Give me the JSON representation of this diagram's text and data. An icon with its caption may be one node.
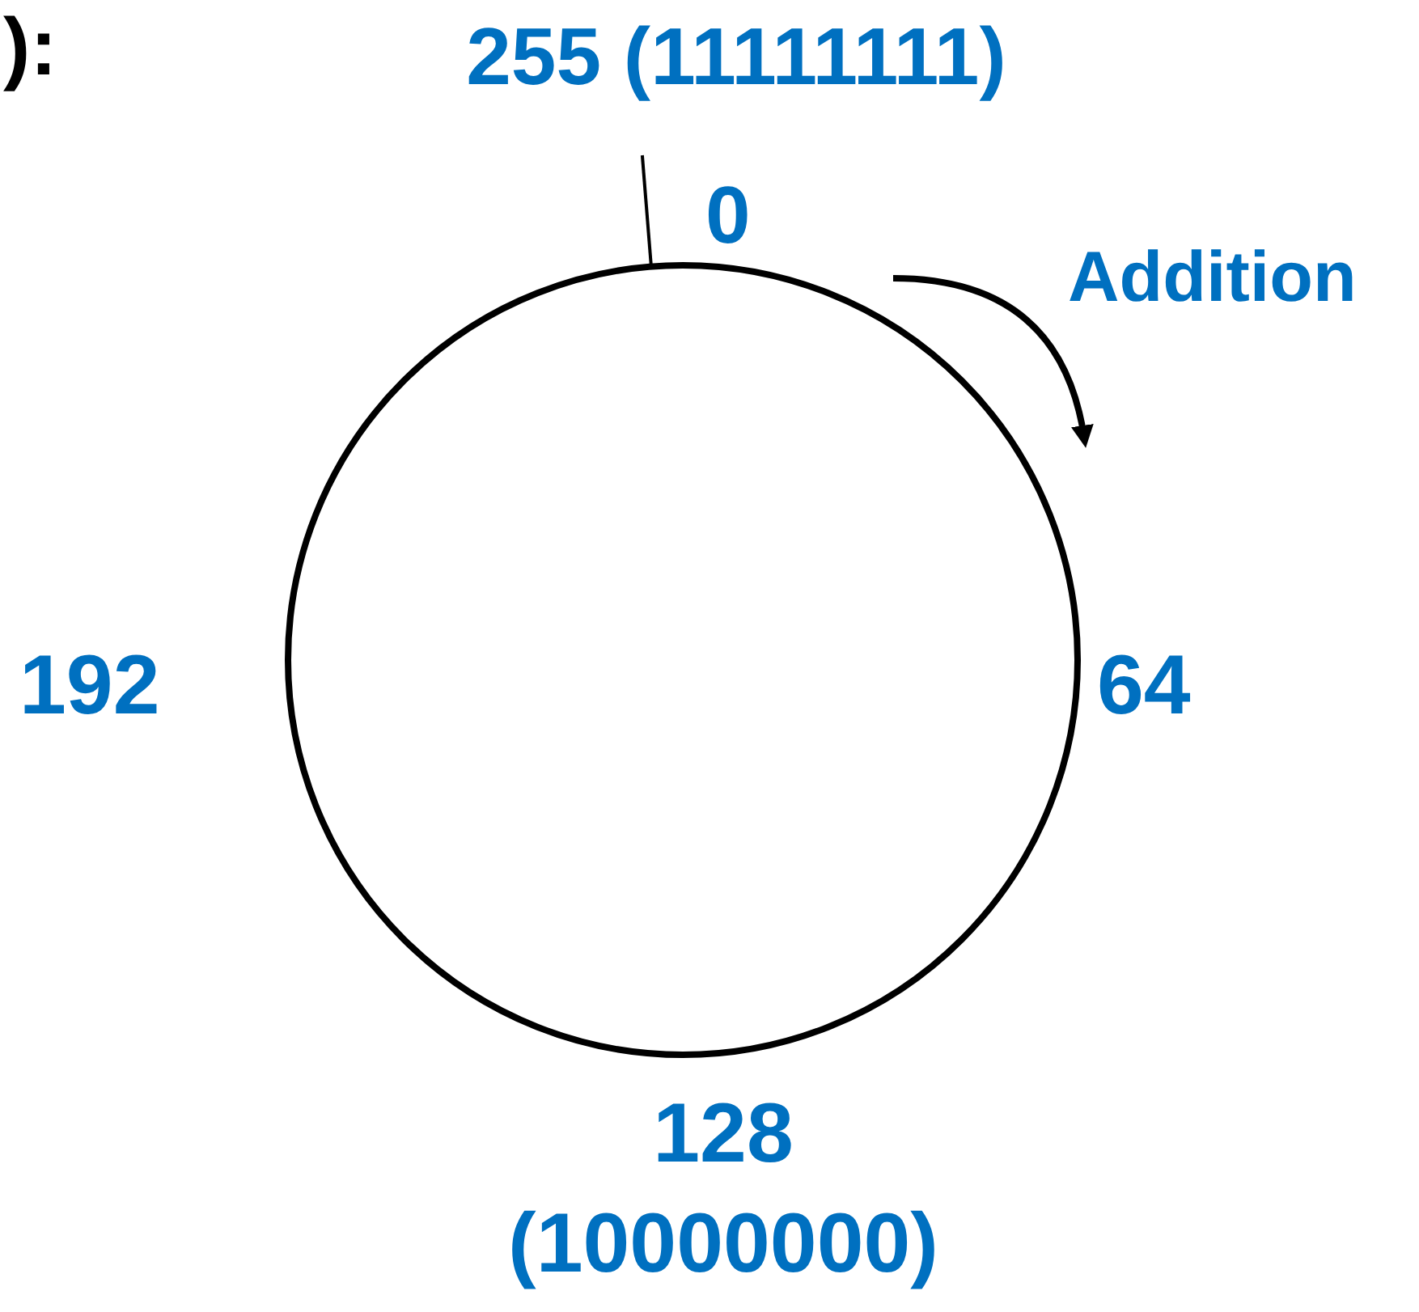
{
  "diagram": {
    "nodes": [
      {
        "text": [],
        "shape": "circle"
      },
      {
        "text": [
          "255 (11111111)"
        ]
      }
    ],
    "edges": [
      {
        "from": 1,
        "to": 0,
        "arrow": "none"
      }
    ],
    "labels": [
      "):",
      "0",
      "Addition",
      "192",
      "64",
      "128 (10000000)"
    ]
  }
}
